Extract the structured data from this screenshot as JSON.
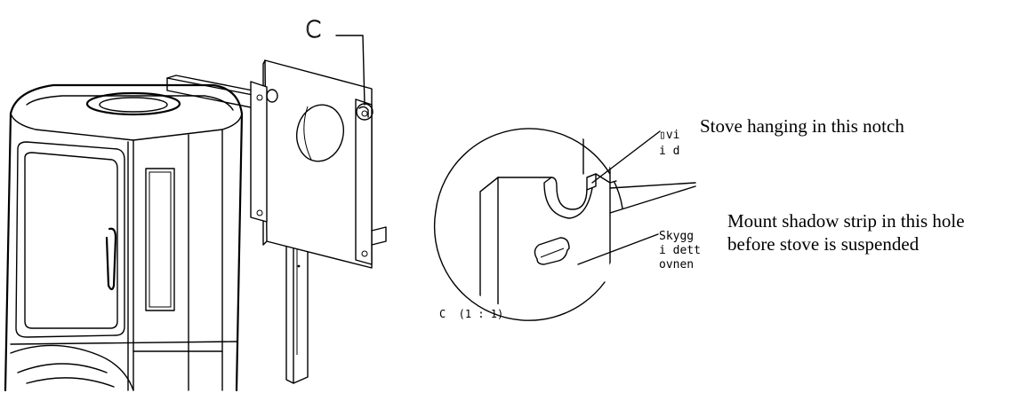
{
  "detail_letter": "C",
  "detail_scale_label": "C  (1 : 1)",
  "notes": {
    "hanging": "Stove hanging in  this notch",
    "mount_line1": "Mount shadow strip in this hole",
    "mount_line2": "before stove is suspended"
  },
  "cad_labels": {
    "notch_line1": "▯vi",
    "notch_line2": "i d",
    "strip_line1": "Skygg",
    "strip_line2": "i dett",
    "strip_line3": "ovnen"
  }
}
